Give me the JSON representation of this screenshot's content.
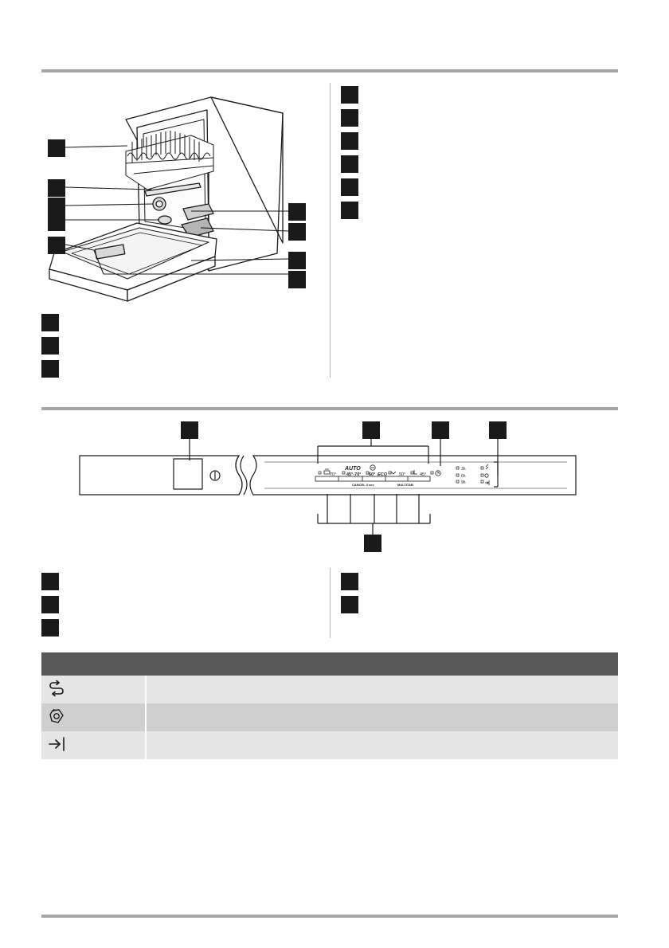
{
  "figure_1": {
    "labels": {
      "upper_basket": "",
      "lower_spray_arm": "",
      "upper_spray_arm": "",
      "filters": "",
      "rating_plate": "",
      "salt_container": "",
      "air_vent": "",
      "rinse_aid_dispenser": "",
      "detergent_dispenser": "",
      "cutlery_basket": "",
      "lower_basket": ""
    }
  },
  "figure_2": {
    "panel_texts": {
      "prog1_temp": "70°",
      "prog2_name": "AUTO",
      "prog2_temp": "45°-70°",
      "prog3_temp": "60°",
      "prog3_suffix": "ECO",
      "prog4_temp": "50°",
      "prog5_temp": "45°",
      "cancel": "CANCEL 3 sec",
      "multitab": "MULTITAB",
      "delay_3h": "3h",
      "delay_6h": "6h",
      "delay_9h": "9h"
    }
  },
  "symbols_table": {
    "headers": [
      "",
      ""
    ],
    "rows": [
      {
        "icon": "rinse-aid-indicator-icon",
        "text": ""
      },
      {
        "icon": "salt-indicator-icon",
        "text": ""
      },
      {
        "icon": "end-indicator-icon",
        "text": ""
      }
    ]
  },
  "colors": {
    "rule": "#a6a6a6",
    "table_header": "#595959",
    "row_light": "#e5e5e5",
    "row_dark": "#cfcfcf",
    "callout_box": "#1a1a1a"
  }
}
